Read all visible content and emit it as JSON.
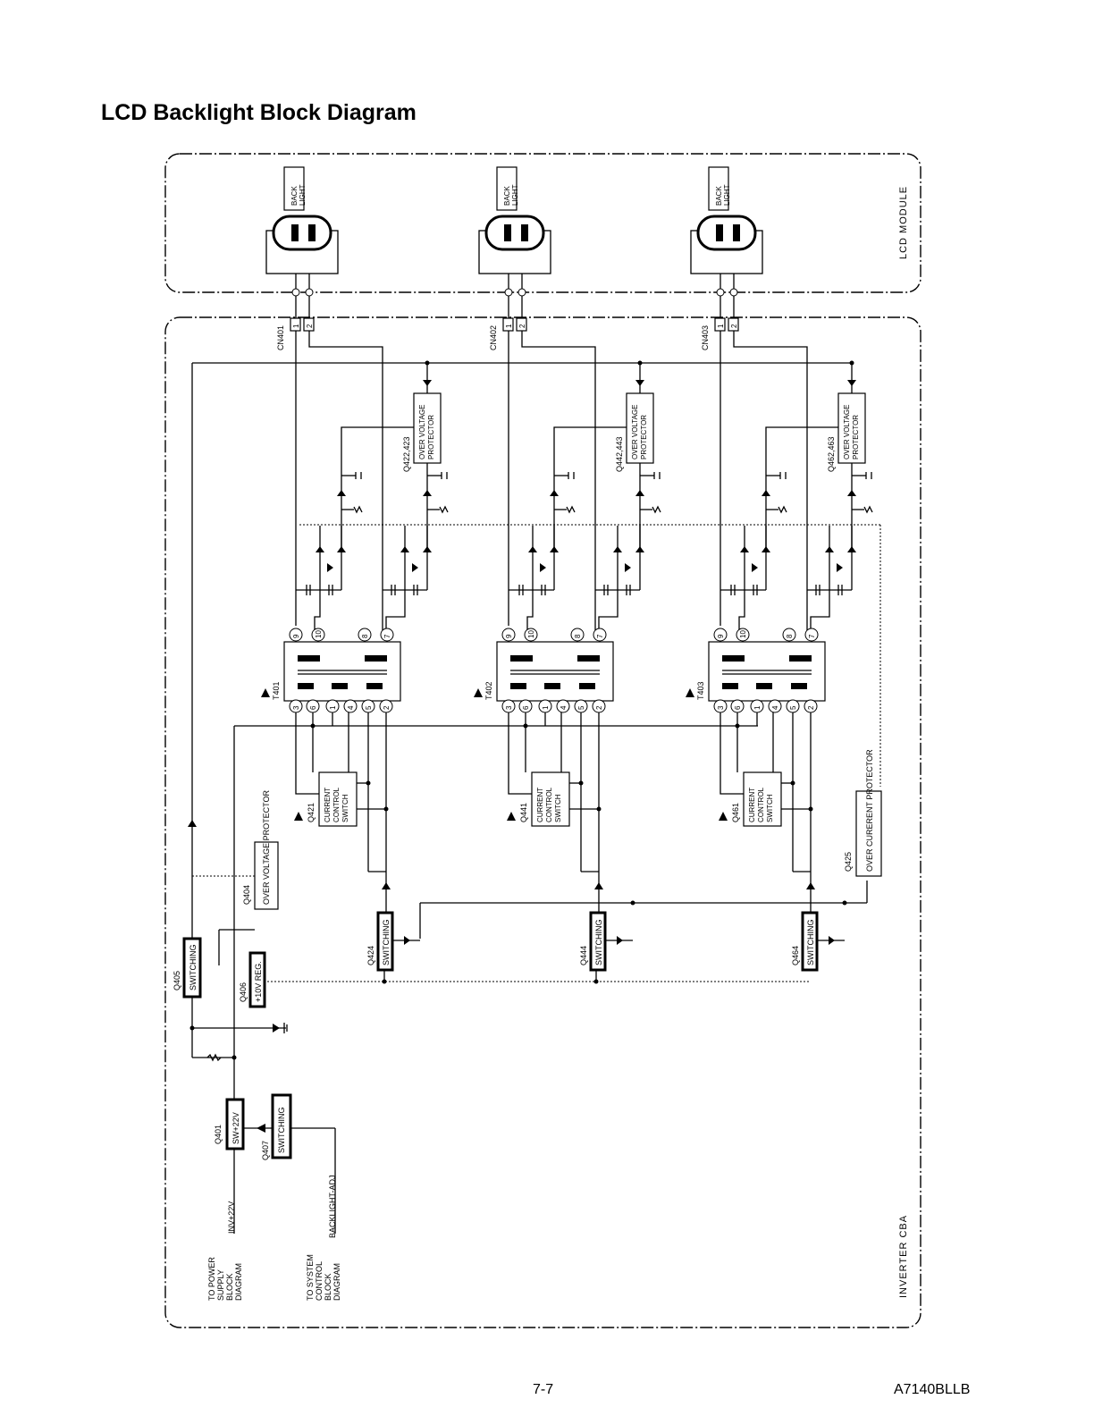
{
  "page": {
    "title": "LCD Backlight Block Diagram",
    "page_number": "7-7",
    "doc_code": "A7140BLLB"
  },
  "modules": {
    "lcd_module": "LCD MODULE",
    "inverter": "INVERTER CBA"
  },
  "channels": [
    {
      "backlight": "BACK LIGHT",
      "connector": "CN401",
      "transformer": "T401",
      "ovp_ref": "Q422,423",
      "ovp_label": "OVER VOLTAGE PROTECTOR",
      "ccs_ref": "Q421",
      "ccs_label": "CURRENT CONTROL SWITCH",
      "sw_ref": "Q424",
      "sw_label": "SWITCHING"
    },
    {
      "backlight": "BACK LIGHT",
      "connector": "CN402",
      "transformer": "T402",
      "ovp_ref": "Q442,443",
      "ovp_label": "OVER VOLTAGE PROTECTOR",
      "ccs_ref": "Q441",
      "ccs_label": "CURRENT CONTROL SWITCH",
      "sw_ref": "Q444",
      "sw_label": "SWITCHING"
    },
    {
      "backlight": "BACK LIGHT",
      "connector": "CN403",
      "transformer": "T403",
      "ovp_ref": "Q462,463",
      "ovp_label": "OVER VOLTAGE PROTECTOR",
      "ccs_ref": "Q461",
      "ccs_label": "CURRENT CONTROL SWITCH",
      "sw_ref": "Q464",
      "sw_label": "SWITCHING"
    }
  ],
  "pins": {
    "connector": [
      "1",
      "2"
    ],
    "transformer_top": [
      "9",
      "10",
      "8",
      "7"
    ],
    "transformer_bottom": [
      "3",
      "6",
      "1",
      "4",
      "5",
      "2"
    ]
  },
  "blocks": {
    "q425_ref": "Q425",
    "q425_label": "OVER CURERENT PROTECTOR",
    "q404_ref": "Q404",
    "q404_label": "OVER VOLTAGE PROTECTOR",
    "q405_ref": "Q405",
    "q405_label": "SWITCHING",
    "q406_ref": "Q406",
    "q406_label": "+10V REG.",
    "q401_ref": "Q401",
    "q401_label": "SW+22V",
    "q407_ref": "Q407",
    "q407_label": "SWITCHING"
  },
  "signals": {
    "inv22": "INV+22V",
    "bl_adj": "BACKLIGHT-ADJ",
    "to_power": "TO POWER SUPPLY BLOCK DIAGRAM",
    "to_syscon": "TO SYSTEM CONTROL BLOCK DIAGRAM"
  }
}
